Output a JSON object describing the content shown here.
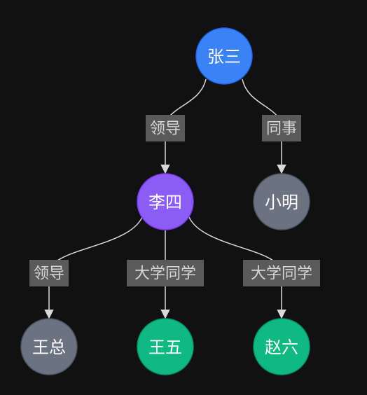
{
  "colors": {
    "background": "#111111",
    "edge": "#d9d9d9",
    "edge_label_bg": "#5a5a5a",
    "edge_label_text": "#d6d6d6",
    "node_text": "#ffffff"
  },
  "nodes": [
    {
      "id": "zhangsan",
      "label": "张三",
      "fill": "#3b82f6",
      "stroke": "#2563eb"
    },
    {
      "id": "lisi",
      "label": "李四",
      "fill": "#8b5cf6",
      "stroke": "#7c3aed"
    },
    {
      "id": "xiaoming",
      "label": "小明",
      "fill": "#6b7280",
      "stroke": "#4b5563"
    },
    {
      "id": "wangzong",
      "label": "王总",
      "fill": "#6b7280",
      "stroke": "#4b5563"
    },
    {
      "id": "wangwu",
      "label": "王五",
      "fill": "#10b981",
      "stroke": "#059669"
    },
    {
      "id": "zhaoliu",
      "label": "赵六",
      "fill": "#10b981",
      "stroke": "#059669"
    }
  ],
  "edges": [
    {
      "from": "zhangsan",
      "to": "lisi",
      "label": "领导"
    },
    {
      "from": "zhangsan",
      "to": "xiaoming",
      "label": "同事"
    },
    {
      "from": "lisi",
      "to": "wangzong",
      "label": "领导"
    },
    {
      "from": "lisi",
      "to": "wangwu",
      "label": "大学同学"
    },
    {
      "from": "lisi",
      "to": "zhaoliu",
      "label": "大学同学"
    }
  ]
}
